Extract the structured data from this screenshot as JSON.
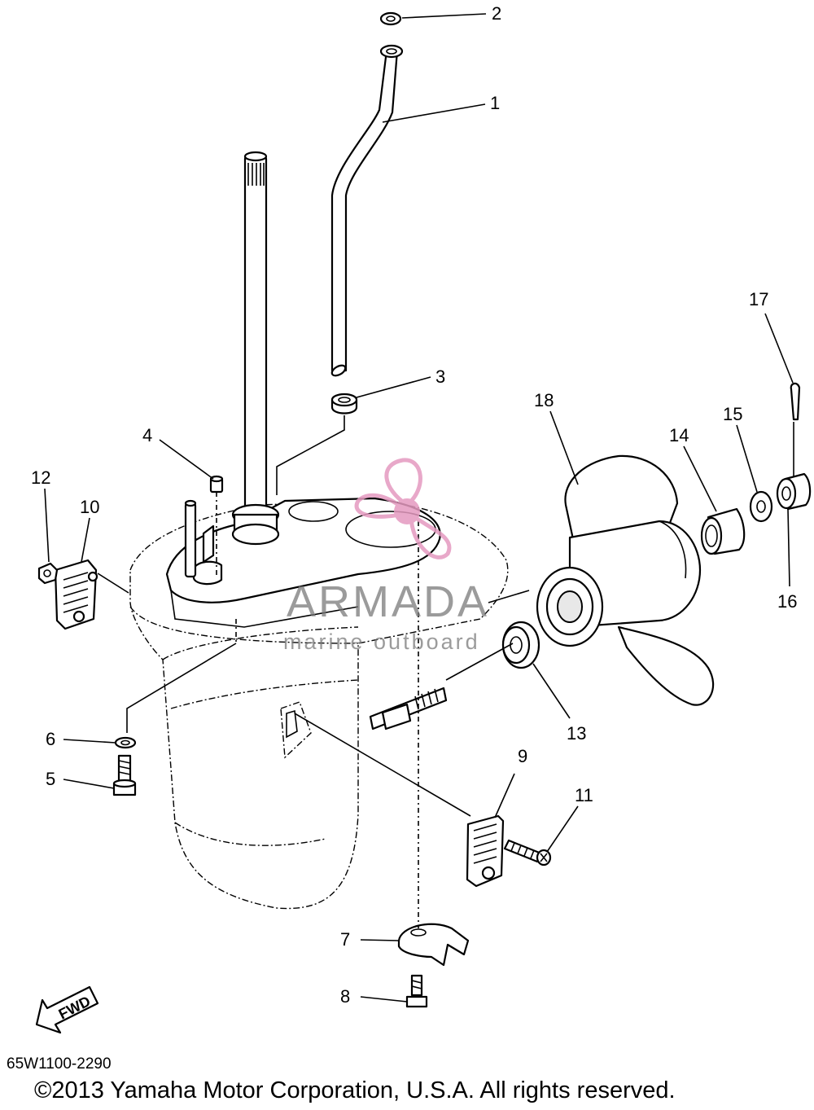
{
  "diagram": {
    "code": "65W1100-2290",
    "copyright": "©2013 Yamaha Motor Corporation, U.S.A. All rights reserved.",
    "fwd_label": "FWD",
    "watermark": {
      "brand": "ARMADA",
      "tagline": "marine outboard",
      "color": "#e59ac0"
    },
    "callouts": [
      "1",
      "2",
      "3",
      "4",
      "5",
      "6",
      "7",
      "8",
      "9",
      "10",
      "11",
      "12",
      "13",
      "14",
      "15",
      "16",
      "17",
      "18"
    ]
  }
}
